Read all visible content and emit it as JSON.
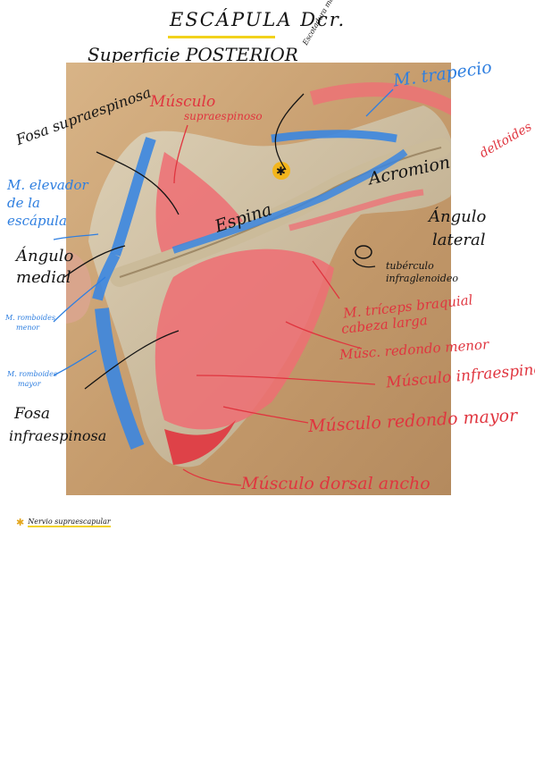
{
  "page": {
    "title": "ESCÁPULA Dcr.",
    "subtitle": "Superficie POSTERIOR"
  },
  "colors": {
    "ink": "#141414",
    "muscle_red": "#e0353f",
    "muscle_blue": "#2f7fe0",
    "highlight_yellow": "#f2d21c",
    "nerve_marker": "#f2b51c",
    "bone": "#c9b798",
    "background_wood": "#caa57c"
  },
  "labels": {
    "escotadura": "Escotadura mayor de la escápula",
    "m_trapecio": "M. trapecio",
    "deltoides": "deltoides",
    "fosa_supra": "Fosa supraespinosa",
    "musculo": "Músculo",
    "supraespinoso": "supraespinoso",
    "acromion": "Acromion",
    "espina": "Espina",
    "m_elevador_1": "M. elevador",
    "m_elevador_2": "de la",
    "m_elevador_3": "escápula",
    "angulo_medial_1": "Ángulo",
    "angulo_medial_2": "medial",
    "angulo_lateral_1": "Ángulo",
    "angulo_lateral_2": "lateral",
    "tuberculo_1": "tubérculo",
    "tuberculo_2": "infraglenoideo",
    "romboides_menor_1": "M. romboides",
    "romboides_menor_2": "menor",
    "romboides_mayor_1": "M. romboides",
    "romboides_mayor_2": "mayor",
    "triceps_1": "M. tríceps braquial",
    "triceps_2": "cabeza larga",
    "redondo_menor": "Músc. redondo menor",
    "infraespinoso": "Músculo infraespinoso",
    "fosa_infra_1": "Fosa",
    "fosa_infra_2": "infraespinosa",
    "redondo_mayor": "Músculo redondo mayor",
    "dorsal_ancho": "Músculo dorsal ancho"
  },
  "legend": {
    "marker": "✱",
    "text": "Nervio supraescapular"
  }
}
